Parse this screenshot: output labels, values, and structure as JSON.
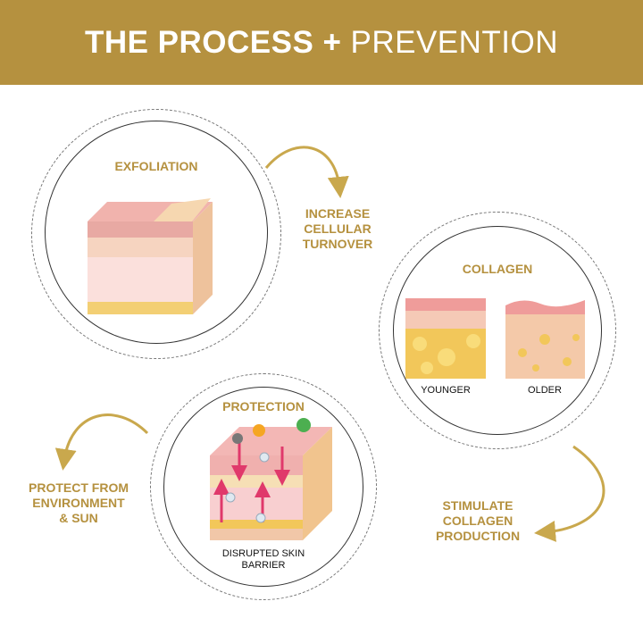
{
  "header": {
    "title_bold": "THE PROCESS +",
    "title_light": "PREVENTION"
  },
  "steps": {
    "exfoliation": {
      "title": "EXFOLIATION"
    },
    "collagen": {
      "title": "COLLAGEN",
      "younger": "YOUNGER",
      "older": "OLDER"
    },
    "protection": {
      "title": "PROTECTION",
      "caption_line1": "DISRUPTED SKIN",
      "caption_line2": "BARRIER"
    }
  },
  "transitions": {
    "turnover": [
      "INCREASE",
      "CELLULAR",
      "TURNOVER"
    ],
    "stimulate": [
      "STIMULATE",
      "COLLAGEN",
      "PRODUCTION"
    ],
    "protect": [
      "PROTECT FROM",
      "ENVIRONMENT",
      "& SUN"
    ]
  },
  "colors": {
    "gold": "#b5913f",
    "skin_pink": "#f0b5b0",
    "fat_yellow": "#f2c75a"
  }
}
